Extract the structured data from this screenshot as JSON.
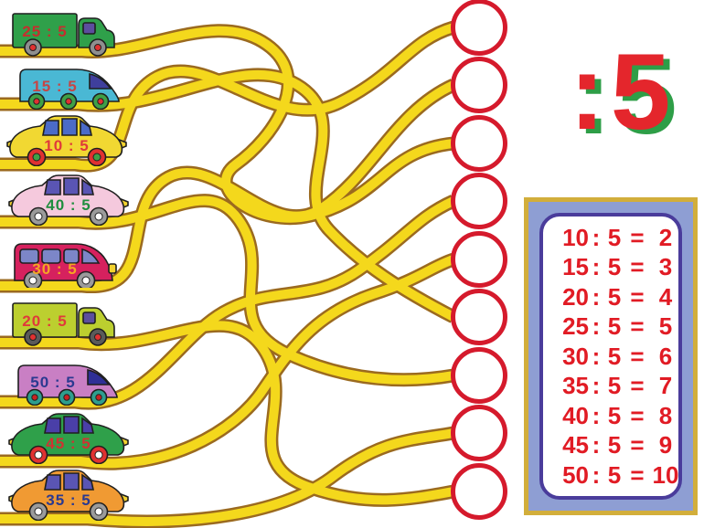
{
  "title": {
    "colon": ":",
    "number": "5"
  },
  "colors": {
    "road": "#F4D81C",
    "road_outline": "#9B6A1F",
    "circle": "#D51A2C",
    "table_border": "#D2AE3B",
    "table_bg": "#8E9ED3",
    "table_inner_border": "#4A3C9B",
    "table_text": "#E11B24",
    "title_red": "#E4262C",
    "title_green": "#2E9E47",
    "bumper": "#F2D22E"
  },
  "cars": [
    {
      "label": "25 : 5",
      "type": "box-truck",
      "body_color": "#2FA04A",
      "label_color": "#C62E2E",
      "window_color": "#5C4E9E",
      "wheel_color": "#8F8F8F",
      "hub_color": "#E03131"
    },
    {
      "label": "15 : 5",
      "type": "van-truck",
      "body_color": "#4AB8D4",
      "label_color": "#C64545",
      "window_color": "#3F3F9C",
      "wheel_color": "#3FA047",
      "hub_color": "#E03131"
    },
    {
      "label": "10 : 5",
      "type": "car",
      "body_color": "#F1D832",
      "label_color": "#E03A3A",
      "window_color": "#4B6BC8",
      "wheel_color": "#E03131",
      "hub_color": "#3FA047"
    },
    {
      "label": "40 : 5",
      "type": "car",
      "body_color": "#F5C9DD",
      "label_color": "#1F8E3E",
      "window_color": "#5A55B4",
      "wheel_color": "#9B9B9B",
      "hub_color": "#FFFFFF"
    },
    {
      "label": "30 : 5",
      "type": "minibus",
      "body_color": "#D6215E",
      "label_color": "#F5A623",
      "window_color": "#7C86C8",
      "wheel_color": "#9B9B9B",
      "hub_color": "#FFFFFF"
    },
    {
      "label": "20 : 5",
      "type": "box-truck",
      "body_color": "#BCCF2F",
      "label_color": "#E03A3A",
      "window_color": "#5C4E9E",
      "wheel_color": "#5A5A5A",
      "hub_color": "#E03131"
    },
    {
      "label": "50 : 5",
      "type": "van-truck",
      "body_color": "#C97FC4",
      "label_color": "#2B3990",
      "window_color": "#2F2F96",
      "wheel_color": "#2E9E8E",
      "hub_color": "#C92222"
    },
    {
      "label": "45 : 5",
      "type": "car",
      "body_color": "#2FA04A",
      "label_color": "#D03232",
      "window_color": "#4A3FA8",
      "wheel_color": "#E03131",
      "hub_color": "#FFFFFF"
    },
    {
      "label": "35 : 5",
      "type": "car",
      "body_color": "#F09A33",
      "label_color": "#2B3990",
      "window_color": "#5A55B4",
      "wheel_color": "#9B9B9B",
      "hub_color": "#FFFFFF"
    }
  ],
  "circles": {
    "count": 9,
    "values": [
      "",
      "",
      "",
      "",
      "",
      "",
      "",
      "",
      ""
    ]
  },
  "table": {
    "rows": [
      [
        "10",
        ":",
        "5",
        "=",
        "2"
      ],
      [
        "15",
        ":",
        "5",
        "=",
        "3"
      ],
      [
        "20",
        ":",
        "5",
        "=",
        "4"
      ],
      [
        "25",
        ":",
        "5",
        "=",
        "5"
      ],
      [
        "30",
        ":",
        "5",
        "=",
        "6"
      ],
      [
        "35",
        ":",
        "5",
        "=",
        "7"
      ],
      [
        "40",
        ":",
        "5",
        "=",
        "8"
      ],
      [
        "45",
        ":",
        "5",
        "=",
        "9"
      ],
      [
        "50",
        ":",
        "5",
        "=",
        "10"
      ]
    ]
  }
}
